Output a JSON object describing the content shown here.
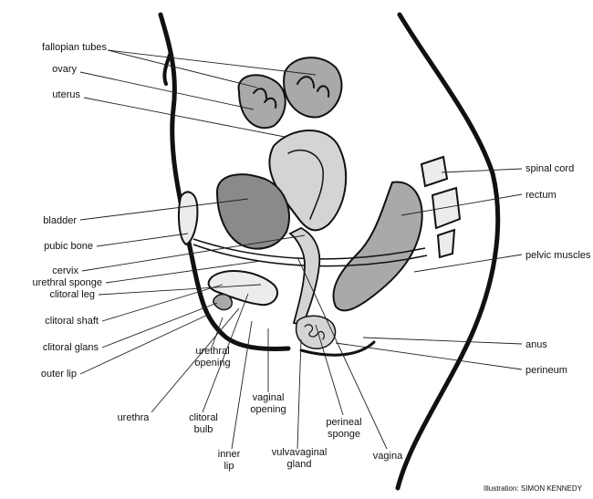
{
  "labels": {
    "fallopian_tubes": "fallopian tubes",
    "ovary": "ovary",
    "uterus": "uterus",
    "bladder": "bladder",
    "pubic_bone": "pubic bone",
    "cervix": "cervix",
    "urethral_sponge": "urethral sponge",
    "clitoral_leg": "clitoral leg",
    "clitoral_shaft": "clitoral shaft",
    "clitoral_glans": "clitoral glans",
    "outer_lip": "outer lip",
    "urethra": "urethra",
    "urethral_opening_1": "urethral",
    "urethral_opening_2": "opening",
    "clitoral_bulb_1": "clitoral",
    "clitoral_bulb_2": "bulb",
    "inner_lip_1": "inner",
    "inner_lip_2": "lip",
    "vaginal_opening_1": "vaginal",
    "vaginal_opening_2": "opening",
    "vulvavaginal_gland_1": "vulvavaginal",
    "vulvavaginal_gland_2": "gland",
    "perineal_sponge_1": "perineal",
    "perineal_sponge_2": "sponge",
    "vagina": "vagina",
    "spinal_cord": "spinal cord",
    "rectum": "rectum",
    "pelvic_muscles": "pelvic muscles",
    "anus": "anus",
    "perineum": "perineum"
  },
  "credit": "Illustration: SIMON KENNEDY",
  "colors": {
    "light_gray": "#d4d4d4",
    "mid_gray": "#a9a9a9",
    "dark_gray": "#8a8a8a",
    "ink": "#111111"
  }
}
